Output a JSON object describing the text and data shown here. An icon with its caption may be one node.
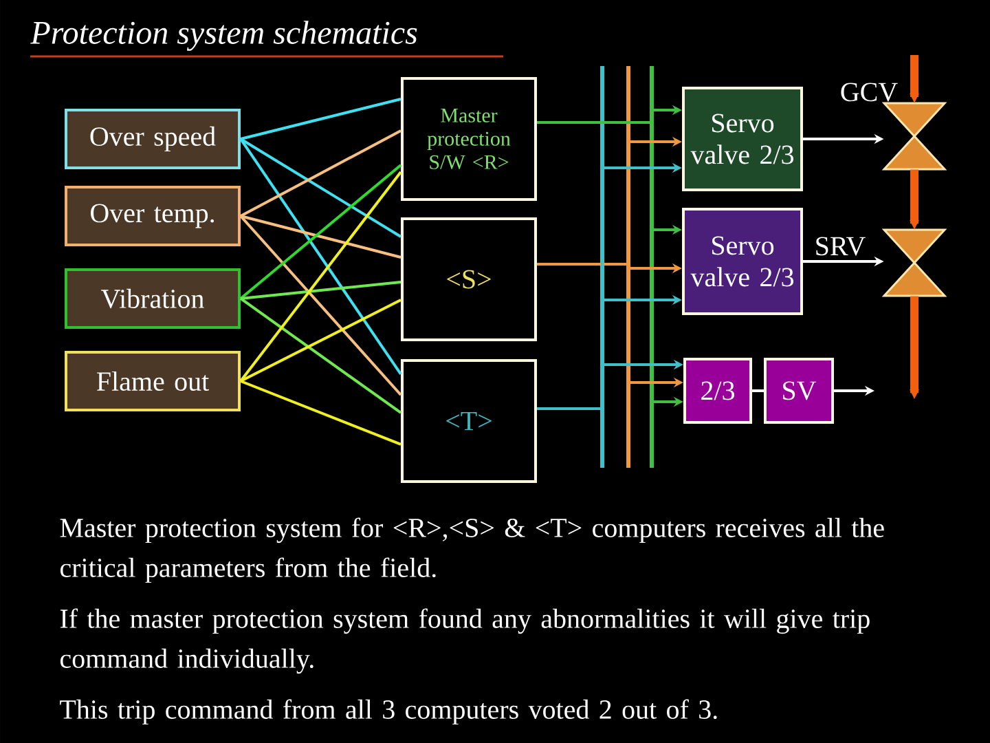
{
  "diagram": {
    "title": "Protection system schematics",
    "nodes": [
      {
        "text": [
          "Over speed"
        ]
      },
      {
        "text": [
          "Over temp."
        ]
      },
      {
        "text": [
          "Vibration"
        ]
      },
      {
        "text": [
          "Flame out"
        ]
      },
      {
        "text": [
          "Master protection S/W <R>"
        ]
      },
      {
        "text": [
          "<S>"
        ]
      },
      {
        "text": [
          "<T>"
        ]
      },
      {
        "text": [
          "Servo valve 2/3"
        ]
      },
      {
        "text": [
          "Servo valve 2/3"
        ]
      },
      {
        "text": [
          "2/3"
        ]
      },
      {
        "text": [
          "SV"
        ]
      },
      {
        "text": [],
        "shape": "valve",
        "beside": [
          "GCV"
        ]
      },
      {
        "text": [],
        "shape": "valve",
        "beside": [
          "SRV"
        ]
      }
    ],
    "edges": [
      {
        "from": 0,
        "to": 4,
        "arrow": "none",
        "color": "#40e0f0"
      },
      {
        "from": 0,
        "to": 5,
        "arrow": "none",
        "color": "#40e0f0"
      },
      {
        "from": 0,
        "to": 6,
        "arrow": "none",
        "color": "#40e0f0"
      },
      {
        "from": 1,
        "to": 4,
        "arrow": "none",
        "color": "#f8c080"
      },
      {
        "from": 1,
        "to": 5,
        "arrow": "none",
        "color": "#f8c080"
      },
      {
        "from": 1,
        "to": 6,
        "arrow": "none",
        "color": "#f8c080"
      },
      {
        "from": 2,
        "to": 4,
        "arrow": "none",
        "color": "#30d830"
      },
      {
        "from": 2,
        "to": 5,
        "arrow": "none",
        "color": "#70e850"
      },
      {
        "from": 2,
        "to": 6,
        "arrow": "none",
        "color": "#70e850"
      },
      {
        "from": 3,
        "to": 4,
        "arrow": "none",
        "color": "#f0f020"
      },
      {
        "from": 3,
        "to": 5,
        "arrow": "none",
        "color": "#f0f020"
      },
      {
        "from": 3,
        "to": 6,
        "arrow": "none",
        "color": "#f0f020"
      },
      {
        "from": 4,
        "to": 7,
        "arrow": "to",
        "color": "#40c040"
      },
      {
        "from": 4,
        "to": 8,
        "arrow": "to",
        "color": "#40c040"
      },
      {
        "from": 4,
        "to": 9,
        "arrow": "to",
        "color": "#40c040"
      },
      {
        "from": 5,
        "to": 7,
        "arrow": "to",
        "color": "#f09840"
      },
      {
        "from": 5,
        "to": 8,
        "arrow": "to",
        "color": "#f09840"
      },
      {
        "from": 5,
        "to": 9,
        "arrow": "to",
        "color": "#f09840"
      },
      {
        "from": 6,
        "to": 7,
        "arrow": "to",
        "color": "#40c0c8"
      },
      {
        "from": 6,
        "to": 8,
        "arrow": "to",
        "color": "#40c0c8"
      },
      {
        "from": 6,
        "to": 9,
        "arrow": "to",
        "color": "#40c0c8"
      },
      {
        "from": 7,
        "to": 11,
        "arrow": "to"
      },
      {
        "from": 8,
        "to": 12,
        "arrow": "to"
      },
      {
        "from": 9,
        "to": 10,
        "arrow": "none"
      },
      {
        "from": 10,
        "to": null,
        "arrow": "to"
      },
      {
        "from": null,
        "to": 11,
        "arrow": "to",
        "style": "thick",
        "color": "#f06010"
      },
      {
        "from": 11,
        "to": 12,
        "arrow": "to",
        "style": "thick",
        "color": "#f06010"
      },
      {
        "from": 12,
        "to": null,
        "arrow": "to",
        "style": "thick",
        "color": "#f06010"
      }
    ],
    "labels": [
      "Master protection system for <R>,<S> & <T> computers receives all the critical parameters from the field.",
      "If the master protection system found any abnormalities it will give trip command individually.",
      "This trip command from all 3 computers voted 2 out of 3."
    ]
  }
}
